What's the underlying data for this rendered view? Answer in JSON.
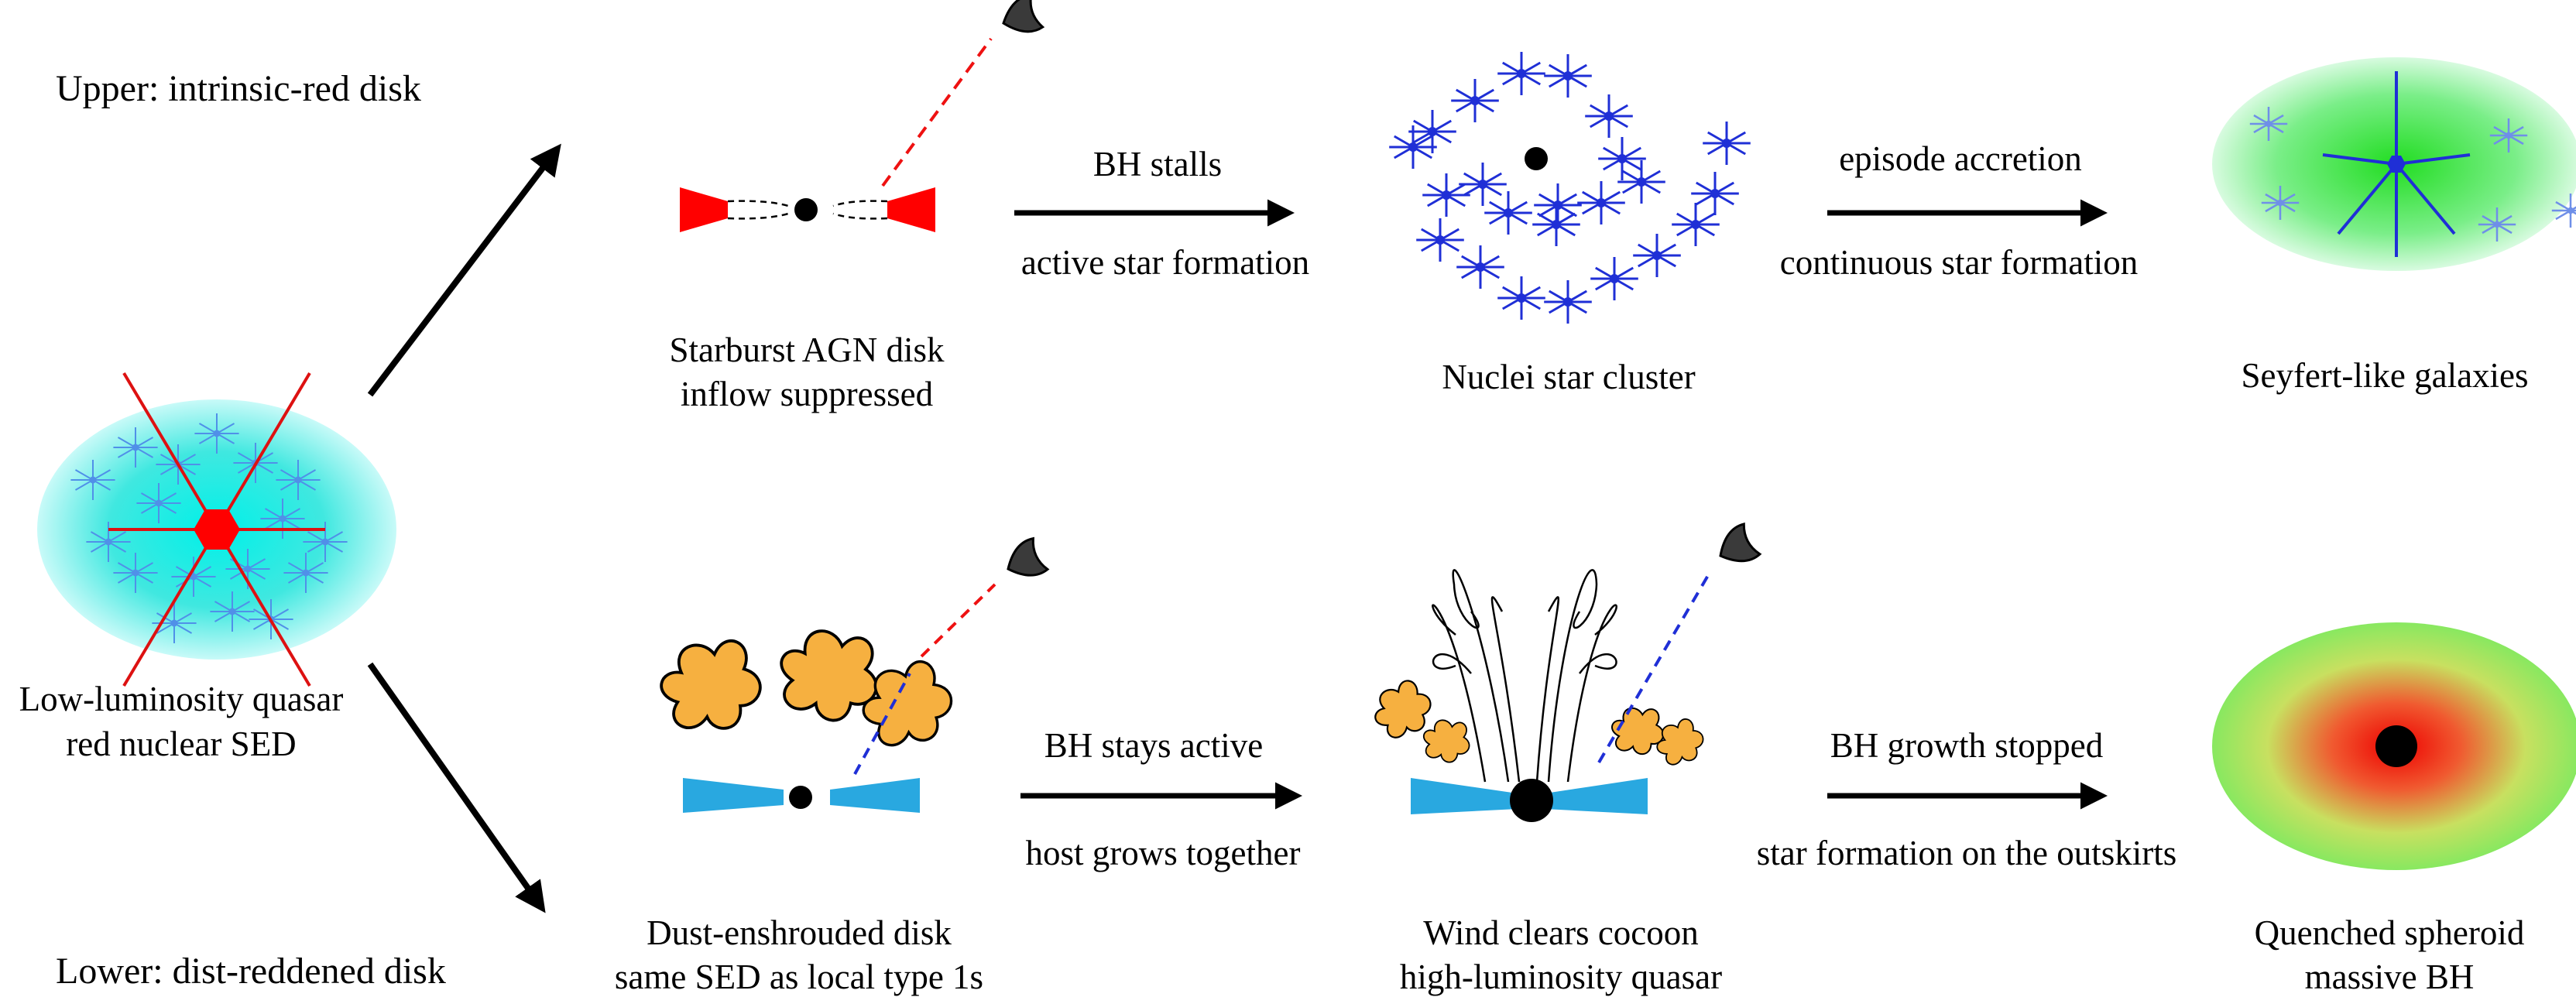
{
  "branches": {
    "upper": "Upper: intrinsic-red disk",
    "lower": "Lower: dist-reddened disk"
  },
  "start": {
    "line1": "Low-luminosity quasar",
    "line2": "red nuclear SED"
  },
  "upper": {
    "stage1": {
      "line1": "Starburst AGN disk",
      "line2": "inflow suppressed"
    },
    "arrow1": {
      "top": "BH stalls",
      "bottom": "active star formation"
    },
    "stage2": {
      "line1": "Nuclei star cluster"
    },
    "arrow2": {
      "top": "episode accretion",
      "bottom": "continuous star formation"
    },
    "stage3": {
      "line1": "Seyfert-like galaxies"
    }
  },
  "lower": {
    "stage1": {
      "line1": "Dust-enshrouded disk",
      "line2": "same SED as local type 1s"
    },
    "arrow1": {
      "top": "BH stays active",
      "bottom": "host grows together"
    },
    "stage2": {
      "line1": "Wind clears cocoon",
      "line2": "high-luminosity quasar"
    },
    "arrow2": {
      "top": "BH growth stopped",
      "bottom": "star formation on the outskirts"
    },
    "stage3": {
      "line1": "Quenched spheroid",
      "line2": "massive BH"
    }
  },
  "colors": {
    "accretion_red": "#ff0000",
    "accretion_blue": "#29a8e0",
    "star_blue": "#1f2fd6",
    "dust_orange": "#f6b040",
    "cyan_glow": "#00e0d8",
    "green_glow": "#33dd33",
    "quench_red": "#ee1111"
  }
}
